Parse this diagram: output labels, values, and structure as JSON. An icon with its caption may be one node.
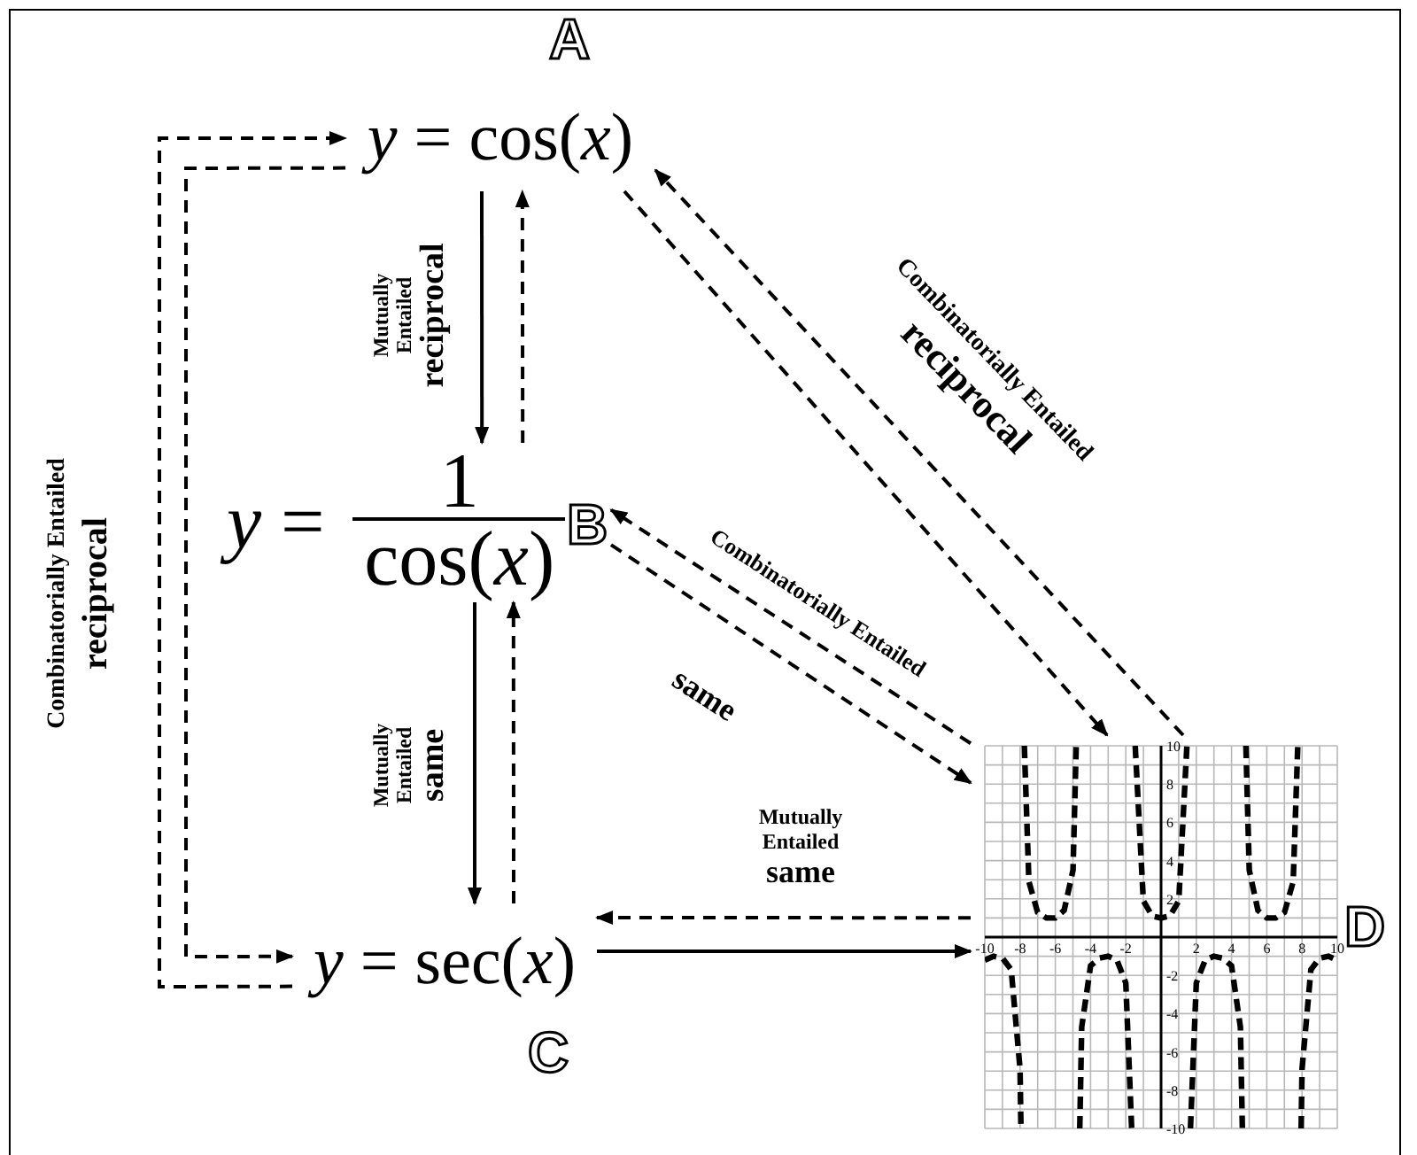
{
  "diagram": {
    "nodes": [
      {
        "text": [
          "*y* = cos(*x*)"
        ],
        "beside": [
          "A"
        ]
      },
      {
        "text": [
          "*y* =",
          "1",
          "cos(*x*)"
        ],
        "beside": [
          "B"
        ]
      },
      {
        "text": [
          "*y* = sec(*x*)"
        ],
        "beside": [
          "C"
        ]
      },
      {
        "text": [],
        "shape": "picture",
        "beside": [
          "D"
        ]
      }
    ],
    "edges": [
      {
        "from": 0,
        "to": 1,
        "arrow": "to",
        "label": "Mutually Entailed **reciprocal**"
      },
      {
        "from": 1,
        "to": 0,
        "arrow": "to",
        "style": "dashed"
      },
      {
        "from": 1,
        "to": 2,
        "arrow": "to",
        "label": "Mutually Entailed **same**"
      },
      {
        "from": 2,
        "to": 1,
        "arrow": "to",
        "style": "dashed"
      },
      {
        "from": 2,
        "to": 0,
        "arrow": "to",
        "style": "dashed",
        "label": "Combinatorially Entailed **reciprocal**"
      },
      {
        "from": 0,
        "to": 2,
        "arrow": "to",
        "style": "dashed"
      },
      {
        "from": 3,
        "to": 0,
        "arrow": "to",
        "style": "dashed",
        "label": "Combinatorially Entailed **reciprocal**"
      },
      {
        "from": 0,
        "to": 3,
        "arrow": "to",
        "style": "dashed"
      },
      {
        "from": 3,
        "to": 1,
        "arrow": "to",
        "style": "dashed",
        "label": "Combinatorially Entailed"
      },
      {
        "from": 1,
        "to": 3,
        "arrow": "to",
        "style": "dashed",
        "label": "same"
      },
      {
        "from": 3,
        "to": 2,
        "arrow": "to",
        "style": "dashed",
        "label": "Mutually Entailed **same**"
      },
      {
        "from": 2,
        "to": 3,
        "arrow": "to"
      }
    ],
    "chart_data": {
      "type": "line",
      "x": [
        -10,
        -9.5,
        -9,
        -8.5,
        -8,
        -7.954,
        -7.754,
        -7.5,
        -7,
        -6.5,
        -6,
        -5.5,
        -5,
        -4.812,
        -4.612,
        -4.5,
        -4,
        -3.5,
        -3,
        -2.5,
        -2,
        -1.671,
        -1.471,
        -1,
        -0.5,
        0,
        0.5,
        1,
        1.471,
        1.671,
        2,
        2.5,
        3,
        3.5,
        4,
        4.5,
        4.612,
        4.812,
        5,
        5.5,
        6,
        6.5,
        7,
        7.5,
        7.754,
        7.954,
        8,
        8.5,
        9,
        9.5,
        10
      ],
      "series": [
        {
          "color": "#000000",
          "line_style": "dashed",
          "values": [
            -1.2,
            -1,
            -1.1,
            -1.7,
            -6.9,
            -10,
            10,
            2.9,
            1.3,
            1,
            1,
            1.4,
            3.5,
            10,
            -10,
            -4.7,
            -1.5,
            -1.1,
            -1,
            -1.2,
            -2.4,
            -10,
            10,
            1.9,
            1.1,
            1,
            1.1,
            1.9,
            10,
            -10,
            -2.4,
            -1.2,
            -1,
            -1.1,
            -1.5,
            -4.7,
            -10,
            10,
            3.5,
            1.4,
            1,
            1,
            1.3,
            2.9,
            10,
            -10,
            -6.9,
            -1.7,
            -1.1,
            -1,
            -1.2
          ]
        }
      ],
      "grid": true,
      "xlim": [
        -10,
        10
      ],
      "ylim": [
        -10,
        10
      ],
      "xticks": [
        -10,
        -8,
        -6,
        -4,
        -2,
        2,
        4,
        6,
        8,
        10
      ],
      "yticks": [
        10,
        8,
        6,
        4,
        2,
        -2,
        -4,
        -6,
        -8,
        -10
      ]
    }
  }
}
